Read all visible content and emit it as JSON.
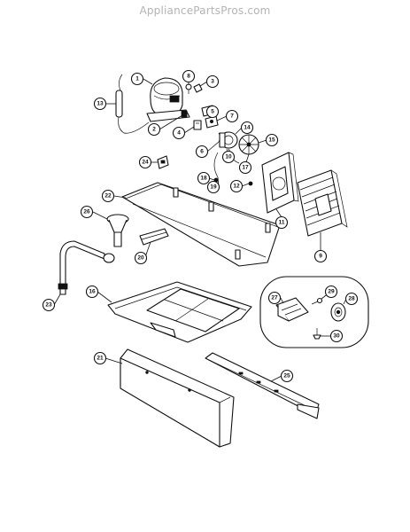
{
  "watermark": "AppliancePartsPros.com",
  "callouts": [
    "1",
    "8",
    "3",
    "13",
    "5",
    "7",
    "2",
    "4",
    "14",
    "6",
    "15",
    "10",
    "17",
    "24",
    "18",
    "12",
    "19",
    "22",
    "11",
    "26",
    "9",
    "20",
    "23",
    "16",
    "27",
    "29",
    "28",
    "30",
    "21",
    "25"
  ]
}
